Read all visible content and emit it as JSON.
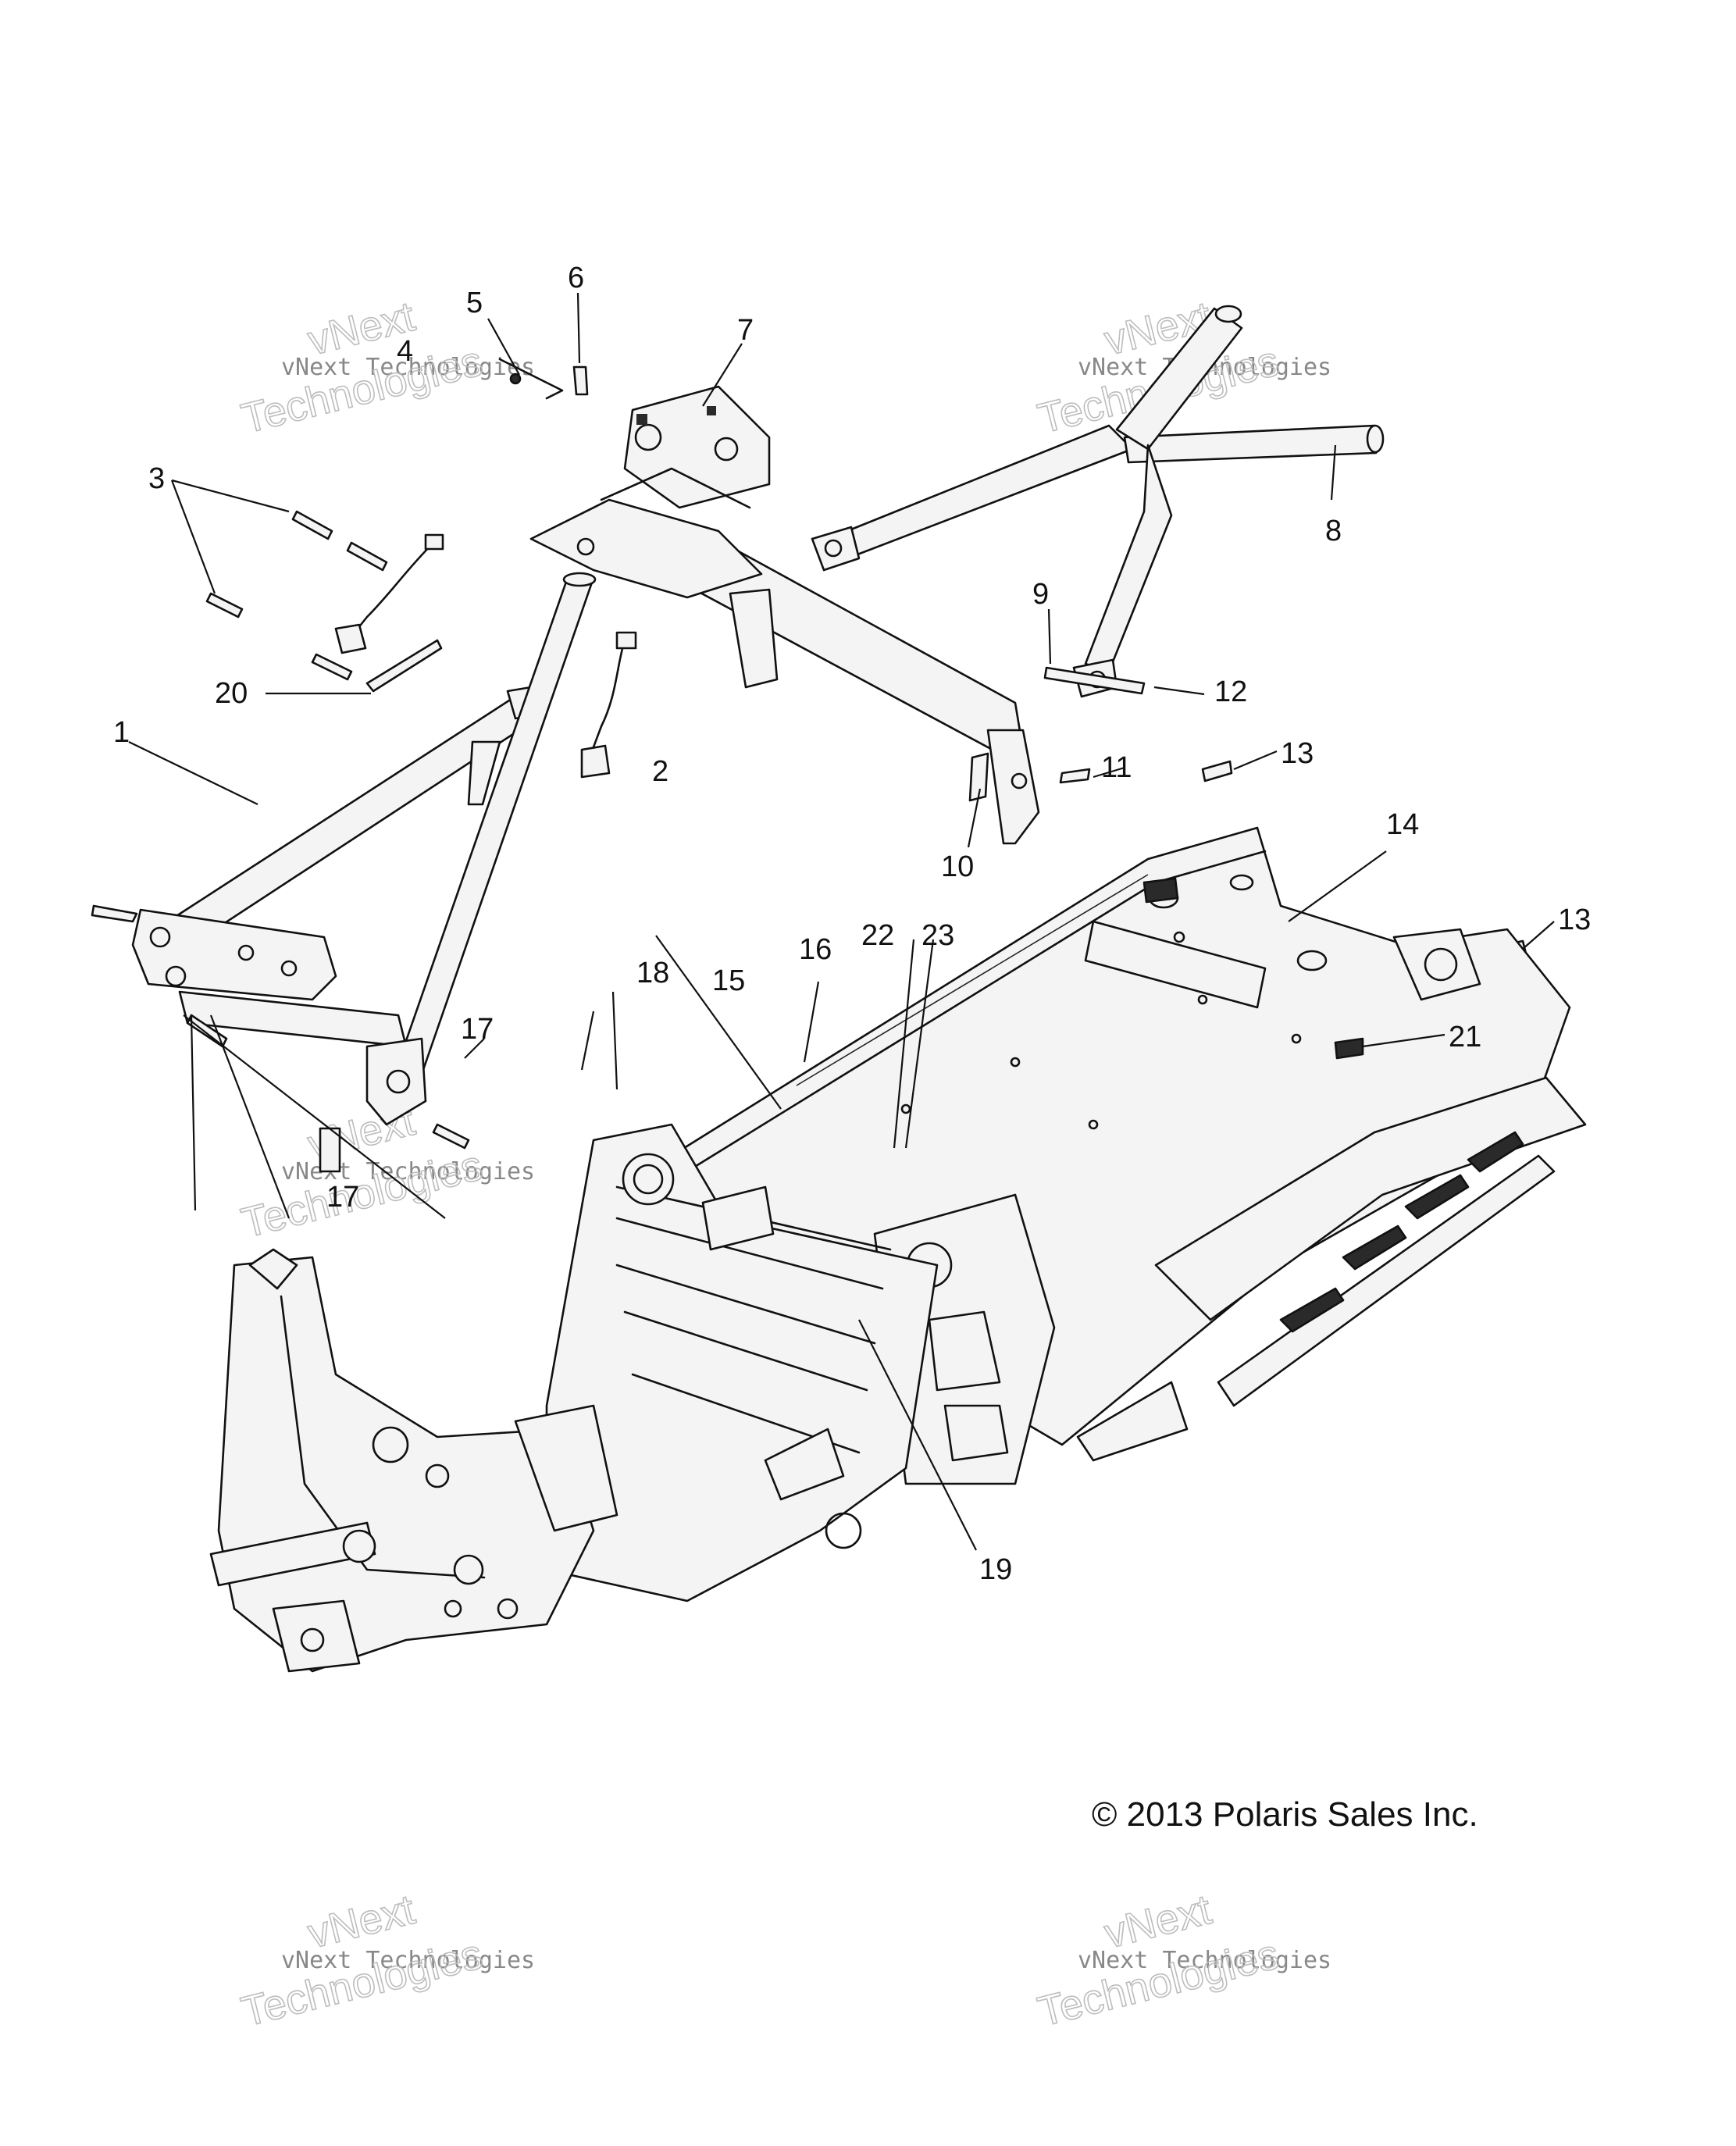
{
  "diagram": {
    "callouts": [
      "1",
      "2",
      "3",
      "4",
      "5",
      "6",
      "7",
      "8",
      "9",
      "10",
      "11",
      "12",
      "13",
      "13",
      "14",
      "15",
      "16",
      "17",
      "17",
      "18",
      "19",
      "20",
      "21",
      "22",
      "23"
    ],
    "copyright": "© 2013 Polaris Sales Inc.",
    "watermark": {
      "line1": "vNext Technologies",
      "line2": "Technologies",
      "overlay": "vNext"
    }
  }
}
